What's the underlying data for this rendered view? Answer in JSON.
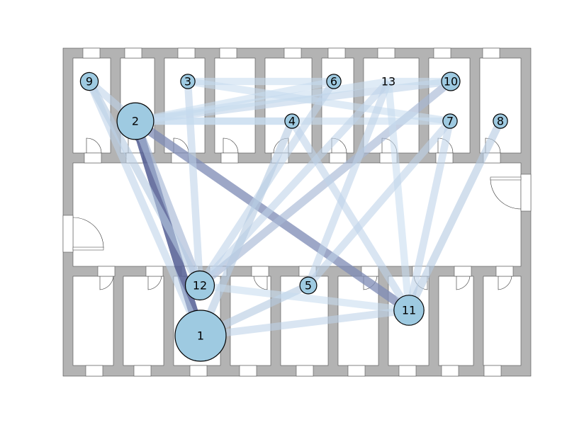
{
  "nodes": [
    {
      "id": "1",
      "label": "1",
      "weight": 1.0
    },
    {
      "id": "2",
      "label": "2",
      "weight": 0.72
    },
    {
      "id": "3",
      "label": "3",
      "weight": 0.28
    },
    {
      "id": "4",
      "label": "4",
      "weight": 0.28
    },
    {
      "id": "5",
      "label": "5",
      "weight": 0.33
    },
    {
      "id": "6",
      "label": "6",
      "weight": 0.28
    },
    {
      "id": "7",
      "label": "7",
      "weight": 0.28
    },
    {
      "id": "8",
      "label": "8",
      "weight": 0.28
    },
    {
      "id": "9",
      "label": "9",
      "weight": 0.35
    },
    {
      "id": "10",
      "label": "10",
      "weight": 0.36
    },
    {
      "id": "11",
      "label": "11",
      "weight": 0.59
    },
    {
      "id": "12",
      "label": "12",
      "weight": 0.57
    },
    {
      "id": "13",
      "label": "13",
      "weight": 0.0
    }
  ],
  "edges": [
    {
      "source": "2",
      "target": "1",
      "weight": 0.95
    },
    {
      "source": "2",
      "target": "11",
      "weight": 0.7
    },
    {
      "source": "2",
      "target": "12",
      "weight": 0.45
    },
    {
      "source": "9",
      "target": "12",
      "weight": 0.35
    },
    {
      "source": "9",
      "target": "1",
      "weight": 0.3
    },
    {
      "source": "9",
      "target": "2",
      "weight": 0.3
    },
    {
      "source": "10",
      "target": "12",
      "weight": 0.45
    },
    {
      "source": "10",
      "target": "2",
      "weight": 0.3
    },
    {
      "source": "3",
      "target": "12",
      "weight": 0.3
    },
    {
      "source": "3",
      "target": "6",
      "weight": 0.25
    },
    {
      "source": "3",
      "target": "7",
      "weight": 0.25
    },
    {
      "source": "2",
      "target": "7",
      "weight": 0.25
    },
    {
      "source": "2",
      "target": "13",
      "weight": 0.25
    },
    {
      "source": "2",
      "target": "4",
      "weight": 0.25
    },
    {
      "source": "6",
      "target": "12",
      "weight": 0.3
    },
    {
      "source": "6",
      "target": "2",
      "weight": 0.25
    },
    {
      "source": "13",
      "target": "12",
      "weight": 0.3
    },
    {
      "source": "13",
      "target": "5",
      "weight": 0.3
    },
    {
      "source": "13",
      "target": "11",
      "weight": 0.25
    },
    {
      "source": "13",
      "target": "10",
      "weight": 0.25
    },
    {
      "source": "4",
      "target": "1",
      "weight": 0.35
    },
    {
      "source": "4",
      "target": "11",
      "weight": 0.3
    },
    {
      "source": "7",
      "target": "5",
      "weight": 0.3
    },
    {
      "source": "7",
      "target": "11",
      "weight": 0.3
    },
    {
      "source": "8",
      "target": "11",
      "weight": 0.35
    },
    {
      "source": "5",
      "target": "1",
      "weight": 0.35
    },
    {
      "source": "1",
      "target": "11",
      "weight": 0.3
    },
    {
      "source": "12",
      "target": "11",
      "weight": 0.25
    }
  ]
}
